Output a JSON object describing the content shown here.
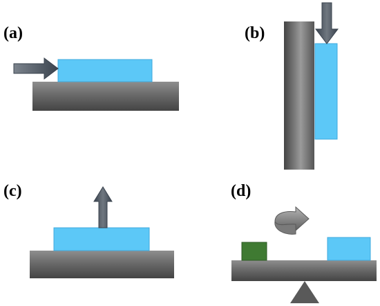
{
  "panels": [
    {
      "label": "(a)"
    },
    {
      "label": "(b)"
    },
    {
      "label": "(c)"
    },
    {
      "label": "(d)"
    }
  ],
  "colors": {
    "block": "#5cc8f7",
    "block_edge": "#3fa9dc",
    "surface_dark": "#4a4a4a",
    "surface_light": "#8e8e8e",
    "arrow_dark": "#3e4752",
    "arrow_light": "#6f7780",
    "weight": "#3f7a32",
    "fulcrum": "#595959"
  },
  "icons": {
    "a": "arrow-right-icon",
    "b": "arrow-down-icon",
    "c": "arrow-up-icon",
    "d": "rotate-arrow-icon"
  }
}
